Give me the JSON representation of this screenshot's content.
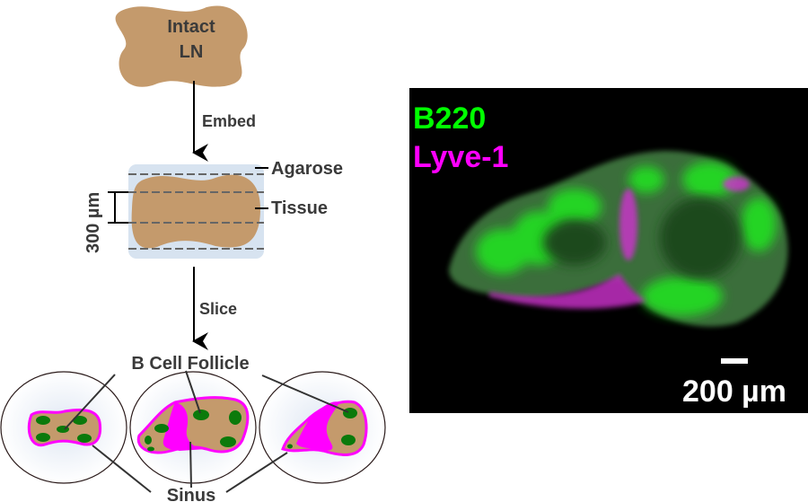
{
  "schematic": {
    "intact_label_line1": "Intact",
    "intact_label_line2": "LN",
    "embed_label": "Embed",
    "agarose_label": "Agarose",
    "tissue_label": "Tissue",
    "thickness_label": "300 µm",
    "slice_label": "Slice",
    "follicle_label": "B Cell Follicle",
    "sinus_label": "Sinus"
  },
  "micrograph": {
    "channel_1": "B220",
    "channel_2": "Lyve-1",
    "scale_bar_label": "200 µm",
    "colors": {
      "b220": "#00ff00",
      "lyve1": "#ff00ff",
      "background": "#000000"
    }
  },
  "colors": {
    "tissue": "#c49a6c",
    "agarose": "#d7e3f0",
    "sinus": "#ff00ff",
    "follicle": "#0b7a0b"
  }
}
